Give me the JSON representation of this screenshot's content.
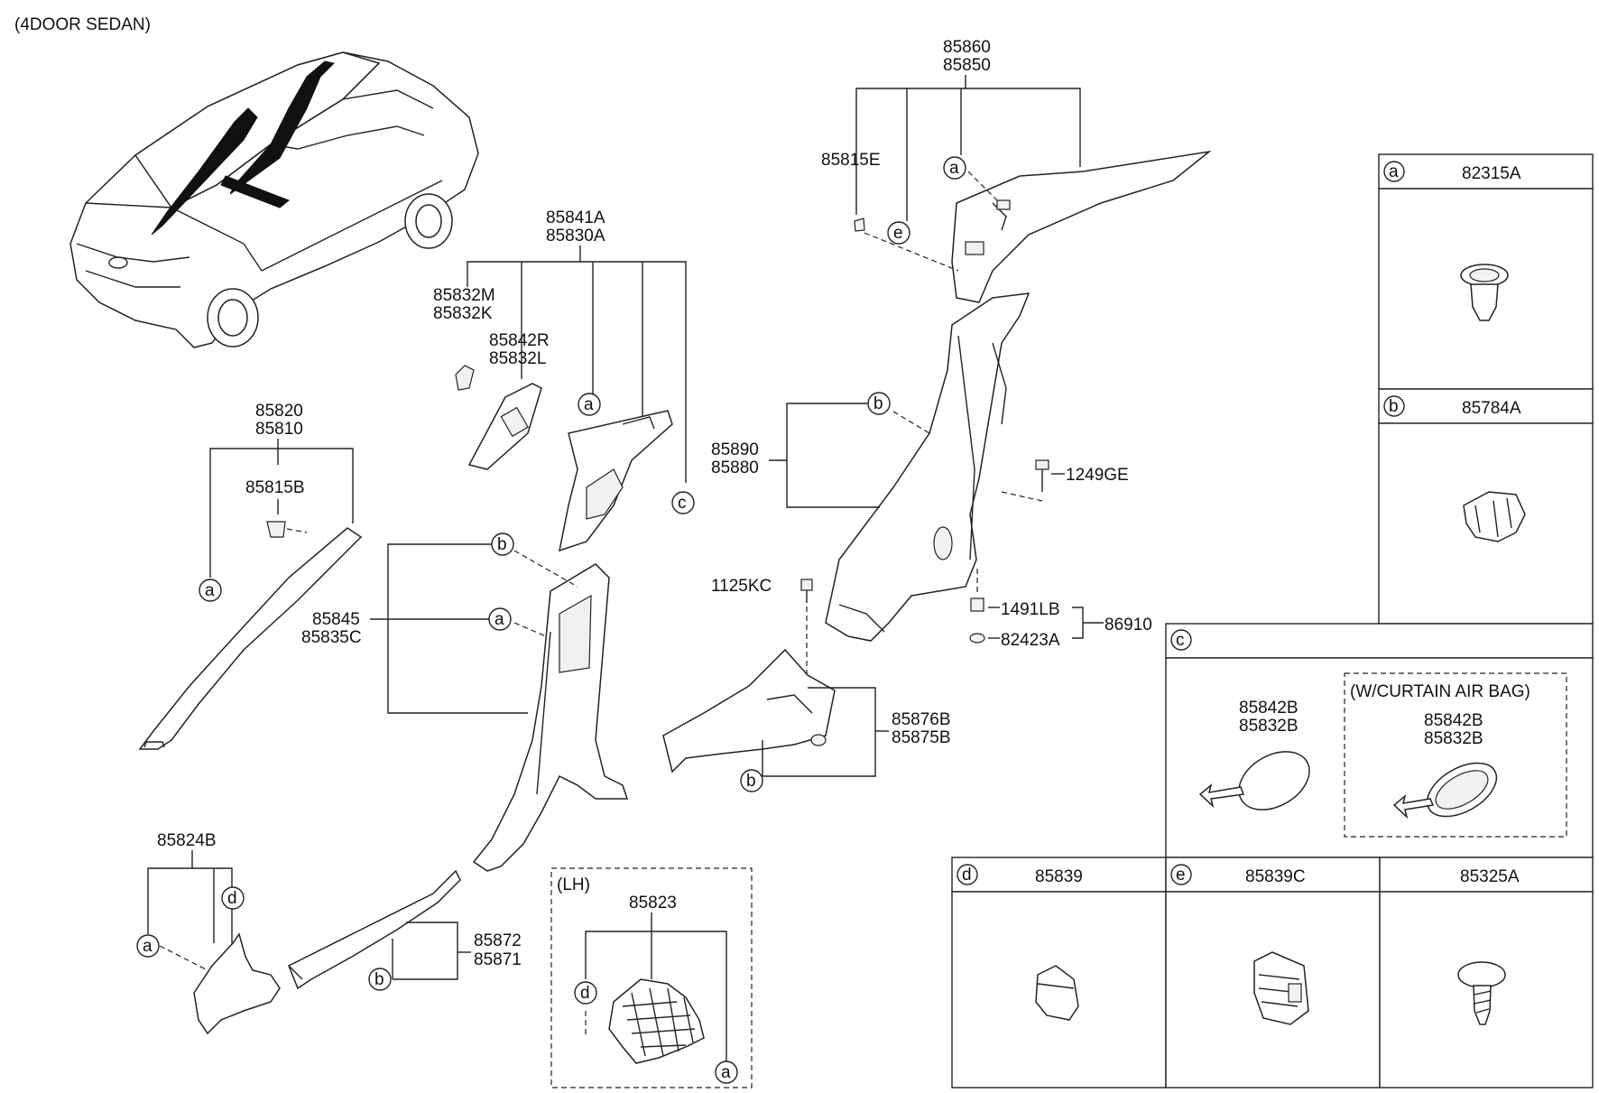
{
  "variant": "(4DOOR SEDAN)",
  "lh": "(LH)",
  "curtain": "(W/CURTAIN AIR BAG)",
  "parts": {
    "p85860": "85860",
    "p85850": "85850",
    "p85815E": "85815E",
    "p85841A": "85841A",
    "p85830A": "85830A",
    "p85832M": "85832M",
    "p85832K": "85832K",
    "p85842R": "85842R",
    "p85832L": "85832L",
    "p85820": "85820",
    "p85810": "85810",
    "p85815B": "85815B",
    "p85890": "85890",
    "p85880": "85880",
    "p1249GE": "1249GE",
    "p85845": "85845",
    "p85835C": "85835C",
    "p1125KC": "1125KC",
    "p1491LB": "1491LB",
    "p82423A": "82423A",
    "p86910": "86910",
    "p85876B": "85876B",
    "p85875B": "85875B",
    "p85824B": "85824B",
    "p85872": "85872",
    "p85871": "85871",
    "p85823": "85823"
  },
  "legend": {
    "a": {
      "letter": "a",
      "part": "82315A"
    },
    "b": {
      "letter": "b",
      "part": "85784A"
    },
    "c": {
      "letter": "c",
      "part1": "85842B",
      "part2": "85832B",
      "part3": "85842B",
      "part4": "85832B"
    },
    "d": {
      "letter": "d",
      "part": "85839"
    },
    "e": {
      "letter": "e",
      "part": "85839C"
    },
    "f": {
      "part": "85325A"
    }
  },
  "callouts": {
    "a": "a",
    "b": "b",
    "c": "c",
    "d": "d",
    "e": "e"
  }
}
